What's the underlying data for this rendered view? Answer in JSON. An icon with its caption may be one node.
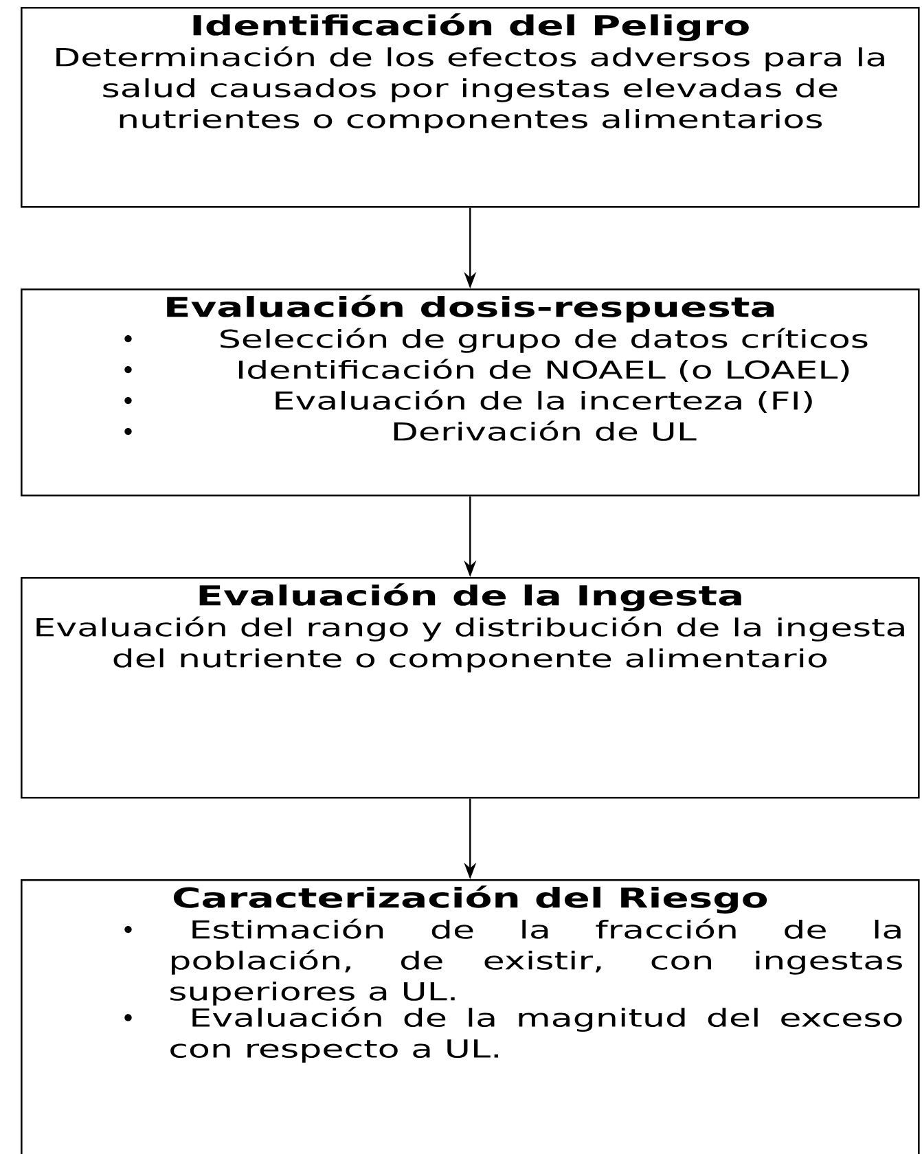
{
  "diagram": {
    "nodes": [
      {
        "text": [
          "Identificación del Peligro",
          "Determinación de los efectos adversos para la salud causados por ingestas elevadas de nutrientes o componentes alimentarios"
        ]
      },
      {
        "text": [
          "Evaluación dosis-respuesta",
          "Selección de grupo de datos críticos",
          "Identificación de NOAEL (o LOAEL)",
          "Evaluación de la incerteza (FI)",
          "Derivación de UL"
        ]
      },
      {
        "text": [
          "Evaluación de la Ingesta",
          "Evaluación del rango y distribución de la ingesta del nutriente o componente alimentario"
        ]
      },
      {
        "text": [
          "Caracterización del Riesgo",
          "Estimación de la fracción de la población, de existir, con ingestas superiores a UL.",
          "Evaluación de la magnitud del exceso con respecto a UL."
        ]
      }
    ],
    "edges": [
      {
        "from": 0,
        "to": 1,
        "arrow": "to"
      },
      {
        "from": 1,
        "to": 2,
        "arrow": "to"
      },
      {
        "from": 2,
        "to": 3,
        "arrow": "to"
      }
    ]
  }
}
